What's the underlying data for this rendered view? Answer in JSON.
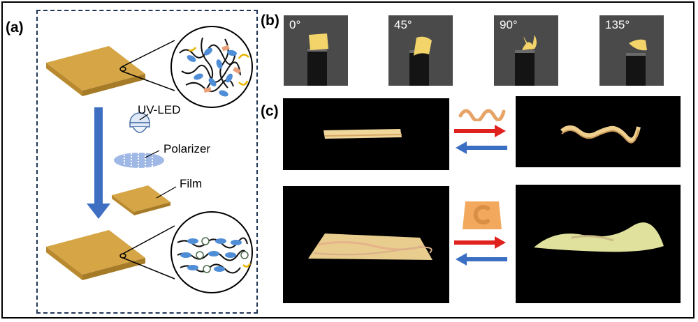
{
  "figure": {
    "panels": {
      "a": "(a)",
      "b": "(b)",
      "c": "(c)"
    },
    "panel_a": {
      "labels": {
        "uv_led": "UV-LED",
        "polarizer": "Polarizer",
        "film": "Film"
      }
    },
    "panel_b": {
      "angles": [
        "0°",
        "45°",
        "90°",
        "135°"
      ]
    },
    "colors": {
      "film": "#d6a646",
      "film_edge": "#b8892e",
      "arrow_red": "#e0221f",
      "arrow_blue": "#3a6fc4",
      "molecule_blue": "#4f8ed6",
      "dashed_border": "#1f3557"
    }
  }
}
